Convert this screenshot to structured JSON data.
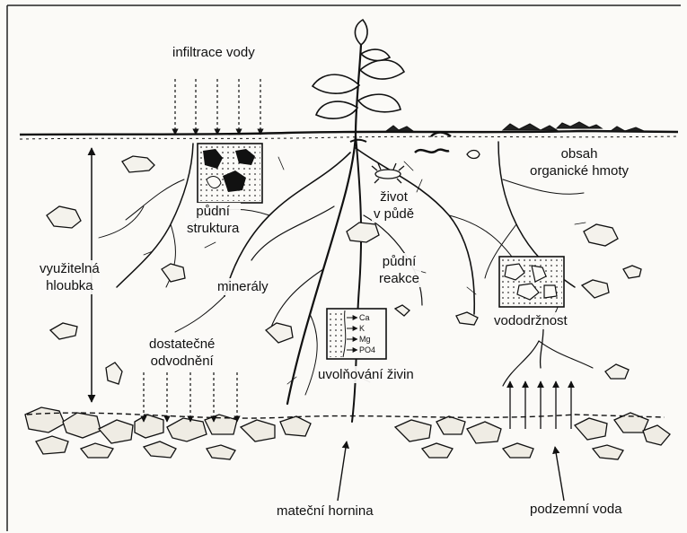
{
  "labels": {
    "infiltrace": "infiltrace vody",
    "obsah": "obsah\norganické hmoty",
    "pudni_struktura": "půdní\nstruktura",
    "zivot": "život\nv půdě",
    "vyuzitelna": "využitelná\nhloubka",
    "mineraly": "minerály",
    "pudni_reakce": "půdní\nreakce",
    "vododrznost": "vododržnost",
    "dostatecne": "dostatečné\nodvodnění",
    "uvolnovani": "uvolňování živin",
    "materska": "mateční hornina",
    "podzemni": "podzemní voda"
  },
  "nutrients": [
    "Ca",
    "K",
    "Mg",
    "PO4"
  ]
}
